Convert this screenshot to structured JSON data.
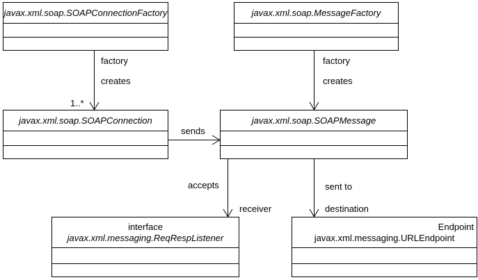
{
  "classes": {
    "connection_factory": {
      "name": "javax.xml.soap.SOAPConnectionFactory"
    },
    "message_factory": {
      "name": "javax.xml.soap.MessageFactory"
    },
    "connection": {
      "name": "javax.xml.soap.SOAPConnection"
    },
    "message": {
      "name": "javax.xml.soap.SOAPMessage"
    },
    "listener": {
      "stereotype": "interface",
      "name": "javax.xml.messaging.ReqRespListener"
    },
    "endpoint": {
      "stereotype": "Endpoint",
      "name": "javax.xml.messaging.URLEndpoint"
    }
  },
  "edges": {
    "factory_creates_connection": {
      "label1": "factory",
      "label2": "creates",
      "multiplicity": "1..*"
    },
    "factory_creates_message": {
      "label1": "factory",
      "label2": "creates"
    },
    "sends": {
      "label": "sends"
    },
    "accepts": {
      "label1": "accepts",
      "label2": "receiver"
    },
    "sent_to": {
      "label1": "sent to",
      "label2": "destination"
    }
  }
}
